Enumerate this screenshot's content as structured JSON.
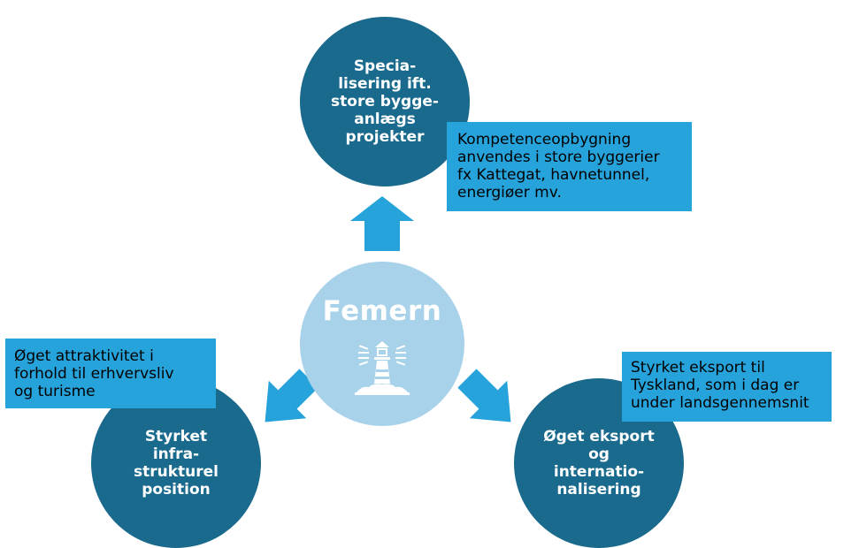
{
  "center": {
    "title": "Femern",
    "icon": "lighthouse-icon"
  },
  "circles": {
    "top": "Specia-\nlisering ift.\nstore bygge-\nanlægs\nprojekter",
    "left": "Styrket\ninfra-\nstrukturel\nposition",
    "right": "Øget eksport\nog\ninternatio-\nnalisering"
  },
  "boxes": {
    "top": "Kompetenceopbygning\nanvendes i store byggerier\nfx Kattegat, havnetunnel,\nenergiøer mv.",
    "left": "Øget attraktivitet i\nforhold til erhvervsliv\nog turisme",
    "right": "Styrket eksport til\nTyskland, som i dag er\nunder landsgennemsnit"
  },
  "colors": {
    "dark_circle": "#1a6a8e",
    "light_circle": "#a7d2ea",
    "box": "#27a3dc",
    "arrow": "#27a3dc"
  }
}
